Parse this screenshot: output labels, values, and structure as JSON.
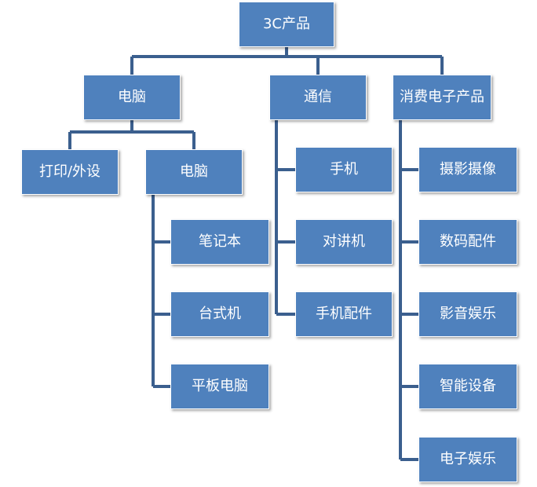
{
  "colors": {
    "node_fill": "#4f81bd",
    "node_text": "#ffffff",
    "connector": "#3b5f8e"
  },
  "diagram": {
    "root": "3C产品",
    "level1": [
      "电脑",
      "通信",
      "消费电子产品"
    ],
    "computer": {
      "children": [
        "打印/外设",
        "电脑"
      ],
      "sub_items": [
        "笔记本",
        "台式机",
        "平板电脑"
      ]
    },
    "communication": {
      "items": [
        "手机",
        "对讲机",
        "手机配件"
      ]
    },
    "consumer": {
      "items": [
        "摄影摄像",
        "数码配件",
        "影音娱乐",
        "智能设备",
        "电子娱乐"
      ]
    }
  }
}
